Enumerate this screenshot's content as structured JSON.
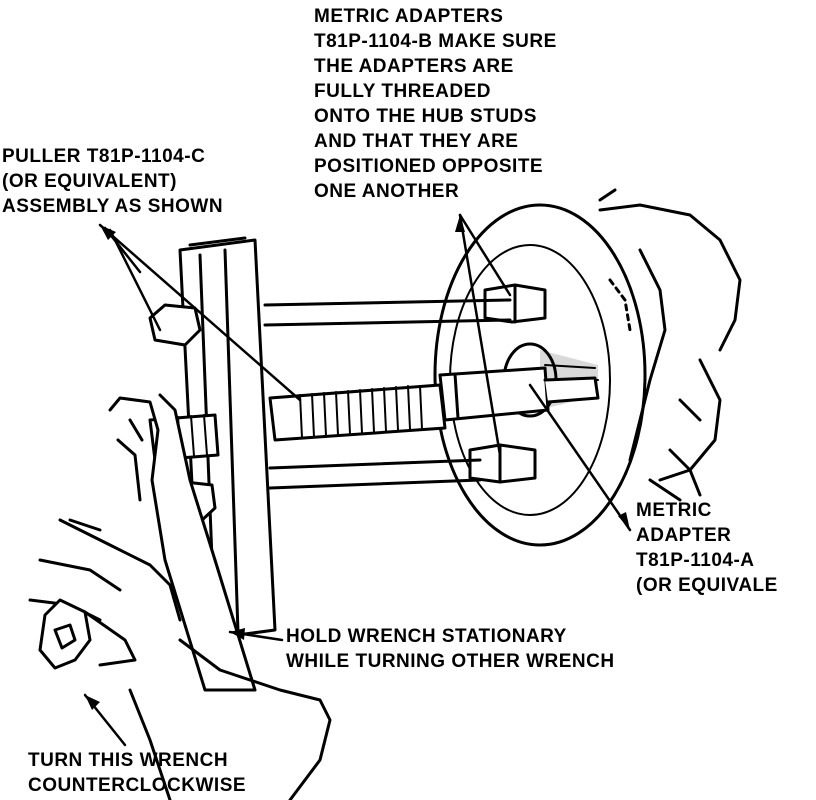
{
  "callouts": {
    "adapters": {
      "lines": [
        "METRIC ADAPTERS",
        "T81P-1104-B MAKE SURE",
        "THE ADAPTERS ARE",
        "FULLY THREADED",
        "ONTO THE HUB STUDS",
        "AND THAT THEY ARE",
        "POSITIONED OPPOSITE",
        "ONE ANOTHER"
      ]
    },
    "puller": {
      "lines": [
        "PULLER T81P-1104-C",
        "(OR EQUIVALENT)",
        "ASSEMBLY AS SHOWN"
      ]
    },
    "metric_adapter": {
      "lines": [
        "METRIC",
        "ADAPTER",
        "T81P-1104-A",
        "(OR EQUIVALE"
      ]
    },
    "hold_wrench": {
      "lines": [
        "HOLD WRENCH STATIONARY",
        "WHILE TURNING OTHER WRENCH"
      ]
    },
    "turn_wrench": {
      "lines": [
        "TURN THIS WRENCH",
        "COUNTERCLOCKWISE"
      ]
    }
  }
}
